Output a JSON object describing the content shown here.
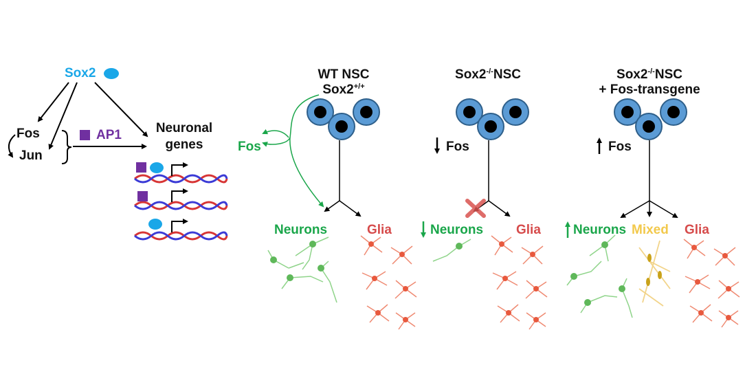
{
  "left_panel": {
    "sox2": "Sox2",
    "fos": "Fos",
    "jun": "Jun",
    "ap1": "AP1",
    "neuronal_line1": "Neuronal",
    "neuronal_line2": "genes"
  },
  "panel_wt": {
    "title_line1": "WT NSC",
    "title_line2_base": "Sox2",
    "title_line2_sup": "+/+",
    "fos": "Fos",
    "neurons": "Neurons",
    "glia": "Glia"
  },
  "panel_ko": {
    "title_base": "Sox2",
    "title_sup": "-/-",
    "title_suffix": "NSC",
    "fos": "Fos",
    "neurons": "Neurons",
    "glia": "Glia"
  },
  "panel_tg": {
    "title_base": "Sox2",
    "title_sup": "-/-",
    "title_suffix": "NSC",
    "title_line2": "+ Fos-transgene",
    "fos": "Fos",
    "neurons": "Neurons",
    "mixed": "Mixed",
    "glia": "Glia"
  },
  "colors": {
    "sox2": "#1aa7e8",
    "ap1": "#7030a0",
    "neuron": "#1aa64a",
    "glia": "#d64b4b",
    "mixed": "#f2c94c",
    "nsc_cell": "#5b9bd5"
  }
}
